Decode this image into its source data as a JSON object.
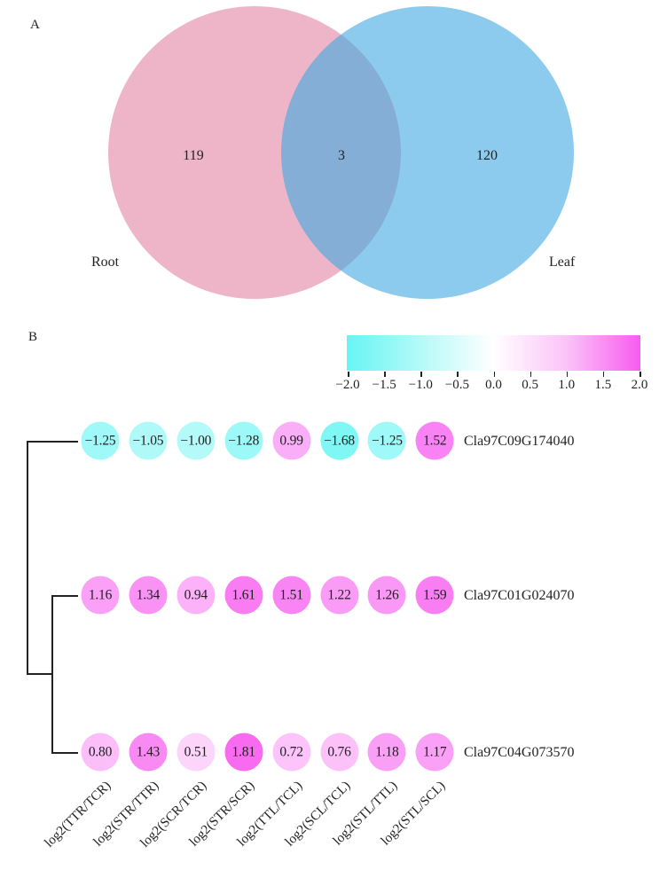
{
  "panels": {
    "a_label": "A",
    "b_label": "B"
  },
  "venn": {
    "sets": [
      {
        "name": "Root",
        "color": "#eeb5c8",
        "only_count": "119"
      },
      {
        "name": "Leaf",
        "color": "#8ccbed",
        "only_count": "120"
      }
    ],
    "intersection_count": "3",
    "intersection_color": "#85aed7"
  },
  "colorbar": {
    "min": -2.0,
    "max": 2.0,
    "low_color": "#66f5f3",
    "mid_color": "#ffffff",
    "high_color": "#f75cf0",
    "ticks": [
      "−2.0",
      "−1.5",
      "−1.0",
      "−0.5",
      "0.0",
      "0.5",
      "1.0",
      "1.5",
      "2.0"
    ]
  },
  "chart_data": [
    {
      "type": "venn",
      "title": "A",
      "sets": [
        "Root",
        "Leaf"
      ],
      "values": {
        "Root_only": 119,
        "Leaf_only": 120,
        "Root_and_Leaf": 3
      }
    },
    {
      "type": "heatmap",
      "title": "B",
      "style": "circle heatmap with hierarchical clustering dendrogram (rows)",
      "columns": [
        "log2(TTR/TCR)",
        "log2(STR/TTR)",
        "log2(SCR/TCR)",
        "log2(STR/SCR)",
        "log2(TTL/TCL)",
        "log2(SCL/TCL)",
        "log2(STL/TTL)",
        "log2(STL/SCL)"
      ],
      "rows": [
        "Cla97C09G174040",
        "Cla97C01G024070",
        "Cla97C04G073570"
      ],
      "values": [
        [
          -1.25,
          -1.05,
          -1.0,
          -1.28,
          0.99,
          -1.68,
          -1.25,
          1.52
        ],
        [
          1.16,
          1.34,
          0.94,
          1.61,
          1.51,
          1.22,
          1.26,
          1.59
        ],
        [
          0.8,
          1.43,
          0.51,
          1.81,
          0.72,
          0.76,
          1.18,
          1.17
        ]
      ],
      "colorbar_range": [
        -2.0,
        2.0
      ],
      "colorbar_ticks": [
        -2.0,
        -1.5,
        -1.0,
        -0.5,
        0.0,
        0.5,
        1.0,
        1.5,
        2.0
      ],
      "dendrogram": "((Cla97C01G024070, Cla97C04G073570), Cla97C09G174040)"
    }
  ],
  "heatmap": {
    "columns": [
      "log2(TTR/TCR)",
      "log2(STR/TTR)",
      "log2(SCR/TCR)",
      "log2(STR/SCR)",
      "log2(TTL/TCL)",
      "log2(SCL/TCL)",
      "log2(STL/TTL)",
      "log2(STL/SCL)"
    ],
    "rows": [
      {
        "gene": "Cla97C09G174040",
        "cells": [
          "−1.25",
          "−1.05",
          "−1.00",
          "−1.28",
          "0.99",
          "−1.68",
          "−1.25",
          "1.52"
        ],
        "values": [
          -1.25,
          -1.05,
          -1.0,
          -1.28,
          0.99,
          -1.68,
          -1.25,
          1.52
        ]
      },
      {
        "gene": "Cla97C01G024070",
        "cells": [
          "1.16",
          "1.34",
          "0.94",
          "1.61",
          "1.51",
          "1.22",
          "1.26",
          "1.59"
        ],
        "values": [
          1.16,
          1.34,
          0.94,
          1.61,
          1.51,
          1.22,
          1.26,
          1.59
        ]
      },
      {
        "gene": "Cla97C04G073570",
        "cells": [
          "0.80",
          "1.43",
          "0.51",
          "1.81",
          "0.72",
          "0.76",
          "1.18",
          "1.17"
        ],
        "values": [
          0.8,
          1.43,
          0.51,
          1.81,
          0.72,
          0.76,
          1.18,
          1.17
        ]
      }
    ]
  }
}
